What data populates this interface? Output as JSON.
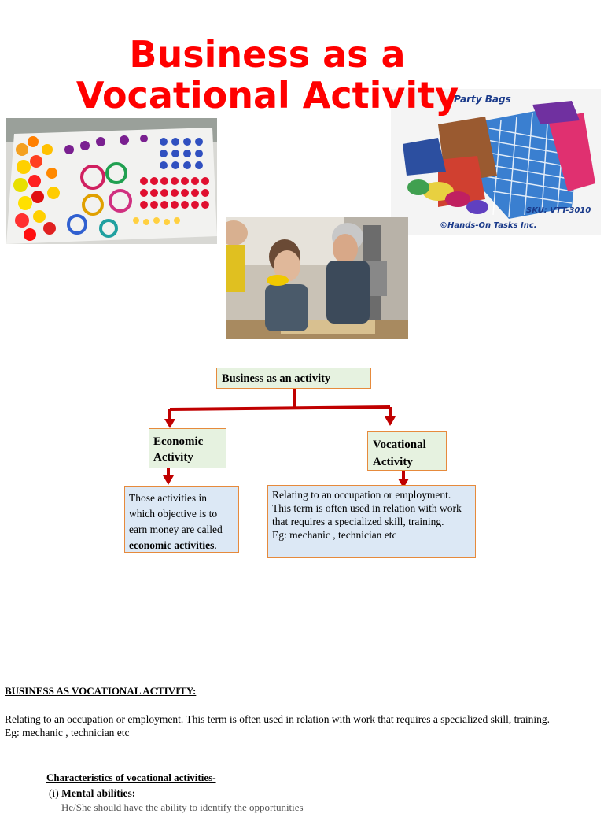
{
  "title": {
    "line1": "Business as a",
    "line2": "Vocational Activity"
  },
  "images": {
    "rangoli": "photo of colorful decorative items on a table",
    "party_bags": {
      "caption_top": "Party Bags",
      "sku": "SKU: VTT-3010",
      "credit": "©Hands-On Tasks Inc."
    },
    "workshop": "photo of a trainee working at a band saw with an instructor"
  },
  "diagram": {
    "root": "Business as an activity",
    "left": {
      "title": "Economic Activity",
      "desc_pre": "Those activities in which objective is to earn money are called ",
      "desc_bold": "economic activities",
      "desc_post": "."
    },
    "right": {
      "title": "Vocational Activity",
      "desc_line1": "Relating to an occupation or employment.",
      "desc_line2": "This term is often used in relation with work that requires a specialized skill, training.",
      "desc_line3": "Eg: mechanic , technician etc"
    },
    "colors": {
      "arrow": "#c00000",
      "box_border": "#e68a3c",
      "green_fill": "#e6f2e0",
      "blue_fill": "#dce8f5"
    }
  },
  "section": {
    "heading": "BUSINESS AS VOCATIONAL ACTIVITY:",
    "para_line1": "Relating to an occupation or employment. This term is often used in relation with work that requires a specialized skill, training.",
    "para_line2": "Eg: mechanic , technician etc",
    "char_heading": "Characteristics of vocational activities-",
    "item1_num": "(i)",
    "item1_label": "Mental abilities:",
    "cut_text": "He/She should have the ability to identify the opportunities"
  }
}
